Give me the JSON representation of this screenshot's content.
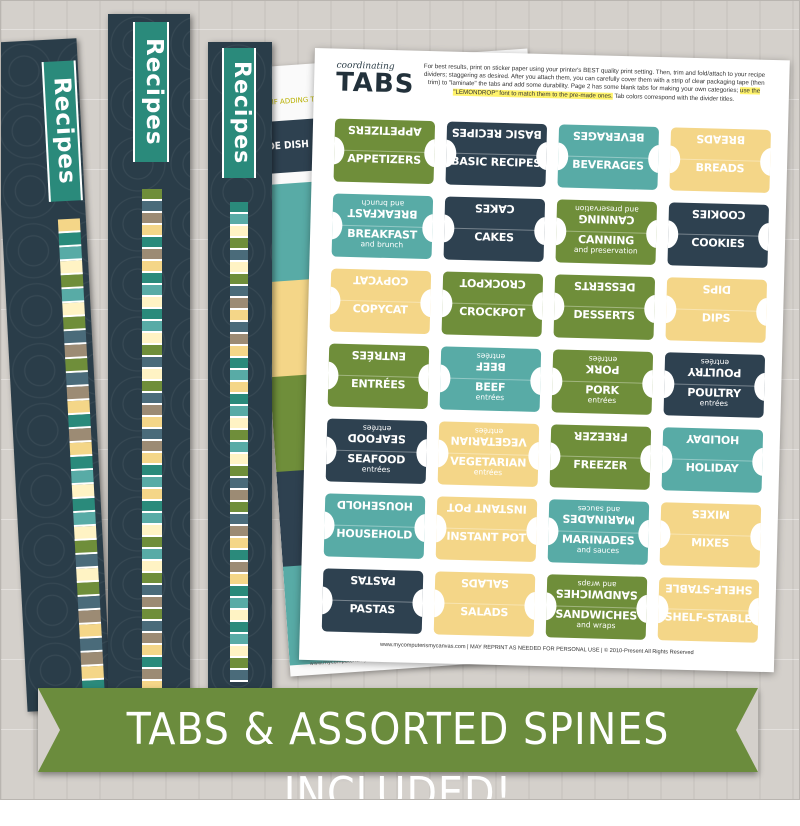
{
  "sheet": {
    "brand_small": "coordinating",
    "brand_big": "TABS",
    "instructions_pre": "For best results, print on sticker paper using your printer's BEST quality print setting. Then, trim and fold/attach to your recipe dividers; staggering as desired. After you attach them, you can carefully cover them with a strip of clear packaging tape (then trim) to \"laminate\" the tabs and add some durability. Page 2 has some blank tabs for making your own categories;",
    "instructions_highlight": "use the \"LEMONDROP\" font to match them to the pre-made ones.",
    "instructions_post": "Tab colors correspond with the divider titles.",
    "footer": "www.mycomputerismycanvas.com | MAY REPRINT AS NEEDED FOR PERSONAL USE | © 2010-Present All Rights Reserved",
    "tabs": [
      {
        "title": "APPETIZERS",
        "sub": "",
        "color": "green"
      },
      {
        "title": "BASIC RECIPES",
        "sub": "",
        "color": "navy"
      },
      {
        "title": "BEVERAGES",
        "sub": "",
        "color": "teal"
      },
      {
        "title": "BREADS",
        "sub": "",
        "color": "yellow"
      },
      {
        "title": "BREAKFAST",
        "sub": "and brunch",
        "color": "teal"
      },
      {
        "title": "CAKES",
        "sub": "",
        "color": "navy"
      },
      {
        "title": "CANNING",
        "sub": "and preservation",
        "color": "green"
      },
      {
        "title": "COOKIES",
        "sub": "",
        "color": "navy"
      },
      {
        "title": "COPYCAT",
        "sub": "",
        "color": "yellow"
      },
      {
        "title": "CROCKPOT",
        "sub": "",
        "color": "green"
      },
      {
        "title": "DESSERTS",
        "sub": "",
        "color": "green"
      },
      {
        "title": "DIPS",
        "sub": "",
        "color": "yellow"
      },
      {
        "title": "ENTRÉES",
        "sub": "",
        "color": "green"
      },
      {
        "title": "BEEF",
        "sub": "entrées",
        "color": "teal"
      },
      {
        "title": "PORK",
        "sub": "entrées",
        "color": "green"
      },
      {
        "title": "POULTRY",
        "sub": "entrées",
        "color": "navy"
      },
      {
        "title": "SEAFOOD",
        "sub": "entrées",
        "color": "navy"
      },
      {
        "title": "VEGETARIAN",
        "sub": "entrées",
        "color": "yellow"
      },
      {
        "title": "FREEZER",
        "sub": "",
        "color": "green"
      },
      {
        "title": "HOLIDAY",
        "sub": "",
        "color": "teal"
      },
      {
        "title": "HOUSEHOLD",
        "sub": "",
        "color": "teal"
      },
      {
        "title": "INSTANT POT",
        "sub": "",
        "color": "yellow"
      },
      {
        "title": "MARINADES",
        "sub": "and sauces",
        "color": "teal"
      },
      {
        "title": "MIXES",
        "sub": "",
        "color": "yellow"
      },
      {
        "title": "PASTAS",
        "sub": "",
        "color": "navy"
      },
      {
        "title": "SALADS",
        "sub": "",
        "color": "yellow"
      },
      {
        "title": "SANDWICHES",
        "sub": "and wraps",
        "color": "green"
      },
      {
        "title": "SHELF-STABLE",
        "sub": "",
        "color": "yellow"
      }
    ]
  },
  "back_sheet": {
    "note": "TE: IF ADDING TEX",
    "tab_label": "SIDE DISH",
    "footer": "www.mycomputerismycanvas.com | MAY REPRINT AS NEEDED FOR PERSONAL USE"
  },
  "spines": {
    "label": "Recipes"
  },
  "banner": {
    "text": "TABS & ASSORTED SPINES INCLUDED!"
  },
  "colors": {
    "green": "#6f8e3a",
    "navy": "#2e4150",
    "teal": "#58aba6",
    "yellow": "#f4d688",
    "banner": "#6b8c3d",
    "ribbon": "#2a8a7b"
  }
}
